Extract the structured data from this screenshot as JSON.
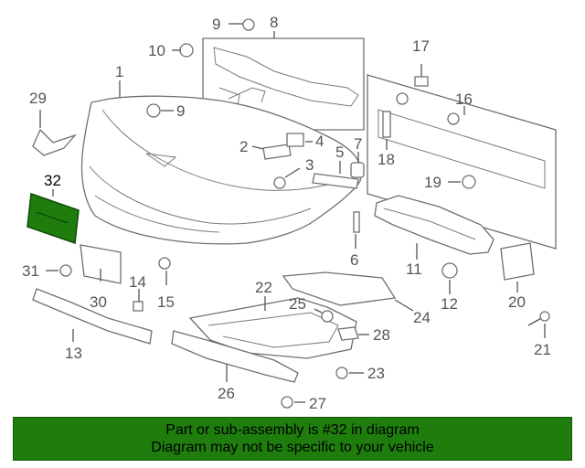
{
  "callouts": {
    "c1": "1",
    "c2": "2",
    "c3": "3",
    "c4": "4",
    "c5": "5",
    "c6": "6",
    "c7": "7",
    "c8": "8",
    "c9a": "9",
    "c9b": "9",
    "c10": "10",
    "c11": "11",
    "c12": "12",
    "c13": "13",
    "c14": "14",
    "c15": "15",
    "c16": "16",
    "c17": "17",
    "c18": "18",
    "c19": "19",
    "c20": "20",
    "c21": "21",
    "c22": "22",
    "c23": "23",
    "c24": "24",
    "c25": "25",
    "c26": "26",
    "c27": "27",
    "c28": "28",
    "c29": "29",
    "c30": "30",
    "c31": "31",
    "c32": "32"
  },
  "highlighted_part": "32",
  "colors": {
    "highlight": "#1f7d0e",
    "banner": "#1f7d0e",
    "lines": "#6f6f6f"
  },
  "banner": {
    "line1": "Part or sub-assembly is #32 in diagram",
    "line2": "Diagram may not be specific to your vehicle"
  }
}
